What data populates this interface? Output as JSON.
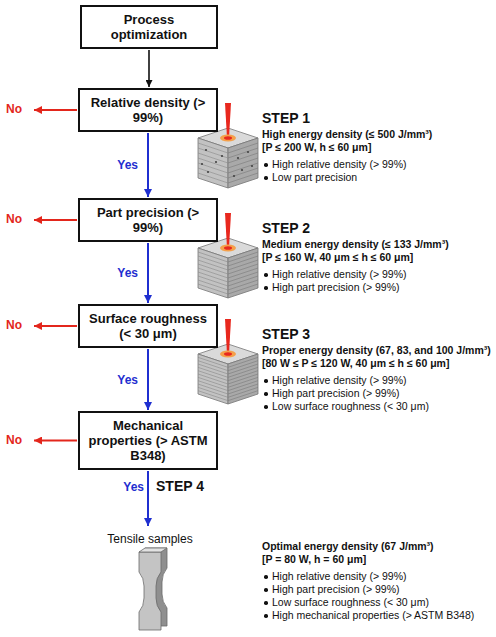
{
  "diagram": {
    "nodes": [
      {
        "text": [
          "Process optimization"
        ]
      },
      {
        "text": [
          "Relative density (> 99%)"
        ]
      },
      {
        "text": [
          "Part precision (> 99%)"
        ]
      },
      {
        "text": [
          "Surface roughness (< 30 μm)"
        ]
      },
      {
        "text": [
          "Mechanical properties (> ASTM B348)"
        ]
      }
    ],
    "edges": [
      {
        "from": 0,
        "to": 1,
        "arrow": "to"
      },
      {
        "from": 1,
        "to": 2,
        "label": "Yes",
        "arrow": "to"
      },
      {
        "from": 2,
        "to": 3,
        "label": "Yes",
        "arrow": "to"
      },
      {
        "from": 3,
        "to": 4,
        "label": "Yes",
        "arrow": "to"
      }
    ],
    "labels": [
      "No",
      "No",
      "No",
      "No",
      "STEP 1",
      "High energy density (≤ 500 J/mm³)",
      "[P ≤ 200 W, h ≤ 60 μm]",
      "High relative density (> 99%)",
      "Low part precision",
      "STEP 2",
      "Medium energy density (≤ 133 J/mm³)",
      "[P ≤ 160 W, 40 μm ≤ h ≤ 60 μm]",
      "High relative density (> 99%)",
      "High part precision (> 99%)",
      "STEP 3",
      "Proper energy density (67, 83, and 100 J/mm³)",
      "[80 W ≤ P ≤ 120 W, 40 μm ≤ h ≤ 60 μm]",
      "High relative density (> 99%)",
      "High part precision (> 99%)",
      "Low surface roughness (< 30 μm)",
      "Yes",
      "STEP 4",
      "Tensile samples",
      "Optimal energy density (67 J/mm³)",
      "[P = 80 W, h = 60 μm]",
      "High relative density (> 99%)",
      "High part precision (> 99%)",
      "Low surface roughness (< 30 μm)",
      "High mechanical properties (> ASTM B348)"
    ]
  }
}
